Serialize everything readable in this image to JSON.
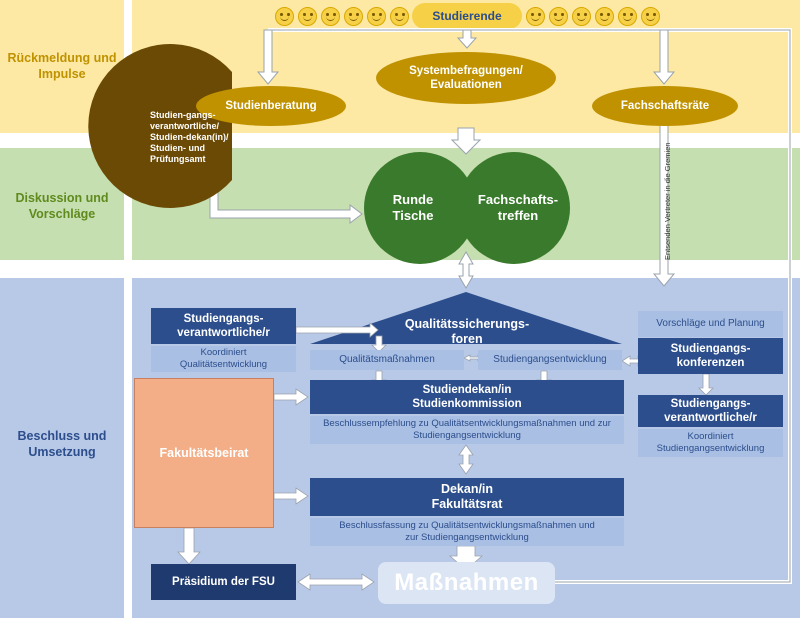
{
  "bands": {
    "feedback": {
      "label": "Rückmeldung und Impulse",
      "color": "#fde9a3",
      "label_color": "#c09200"
    },
    "discussion": {
      "label": "Diskussion und Vorschläge",
      "color": "#c6dfb0",
      "label_color": "#5f8a1e"
    },
    "decision": {
      "label": "Beschluss und Umsetzung",
      "color": "#b8c9e8",
      "label_color": "#2c4e8c"
    }
  },
  "top": {
    "students": "Studierende",
    "advisory": "Studienberatung",
    "evaluations": "Systembefragungen/ Evaluationen",
    "student_councils": "Fachschaftsräte",
    "responsibles_pie": "Studien-gangs-verantwortliche/ Studien-dekan(in)/ Studien- und Prüfungsamt"
  },
  "middle": {
    "round_tables": "Runde Tische",
    "council_meetings": "Fachschafts-treffen",
    "delegates": "Entsenden Vertreter in die Gremien"
  },
  "bottom": {
    "program_responsible_left": "Studiengangs-verantwortliche/r",
    "coordinates_left": "Koordiniert Qualitätsentwicklung",
    "qa_forums": "Qualitätssicherungs-foren",
    "quality_measures": "Qualitätsmaßnahmen",
    "program_development": "Studiengangsentwicklung",
    "proposals_planning": "Vorschläge und Planung",
    "program_conferences": "Studiengangs-konferenzen",
    "program_responsible_right": "Studiengangs-verantwortliche/r",
    "coordinates_right": "Koordiniert Studiengangsentwicklung",
    "study_dean": "Studiendekan/in Studienkommission",
    "resolution_recommendation": "Beschlussempfehlung zu Qualitätsentwicklungsmaßnahmen und zur Studiengangsentwicklung",
    "faculty_board": "Fakultätsbeirat",
    "dean": "Dekan/in Fakultätsrat",
    "resolution": "Beschlussfassung zu Qualitätsentwicklungsmaßnahmen und zur Studiengangsentwicklung",
    "presidium": "Präsidium der FSU",
    "measures": "Maßnahmen"
  },
  "colors": {
    "dark_blue": "#2c4e8c",
    "light_blue": "#a9bfe4",
    "gold": "#c09200",
    "brown": "#6b4a05",
    "green": "#3a7a2c",
    "salmon": "#f3ae87"
  }
}
